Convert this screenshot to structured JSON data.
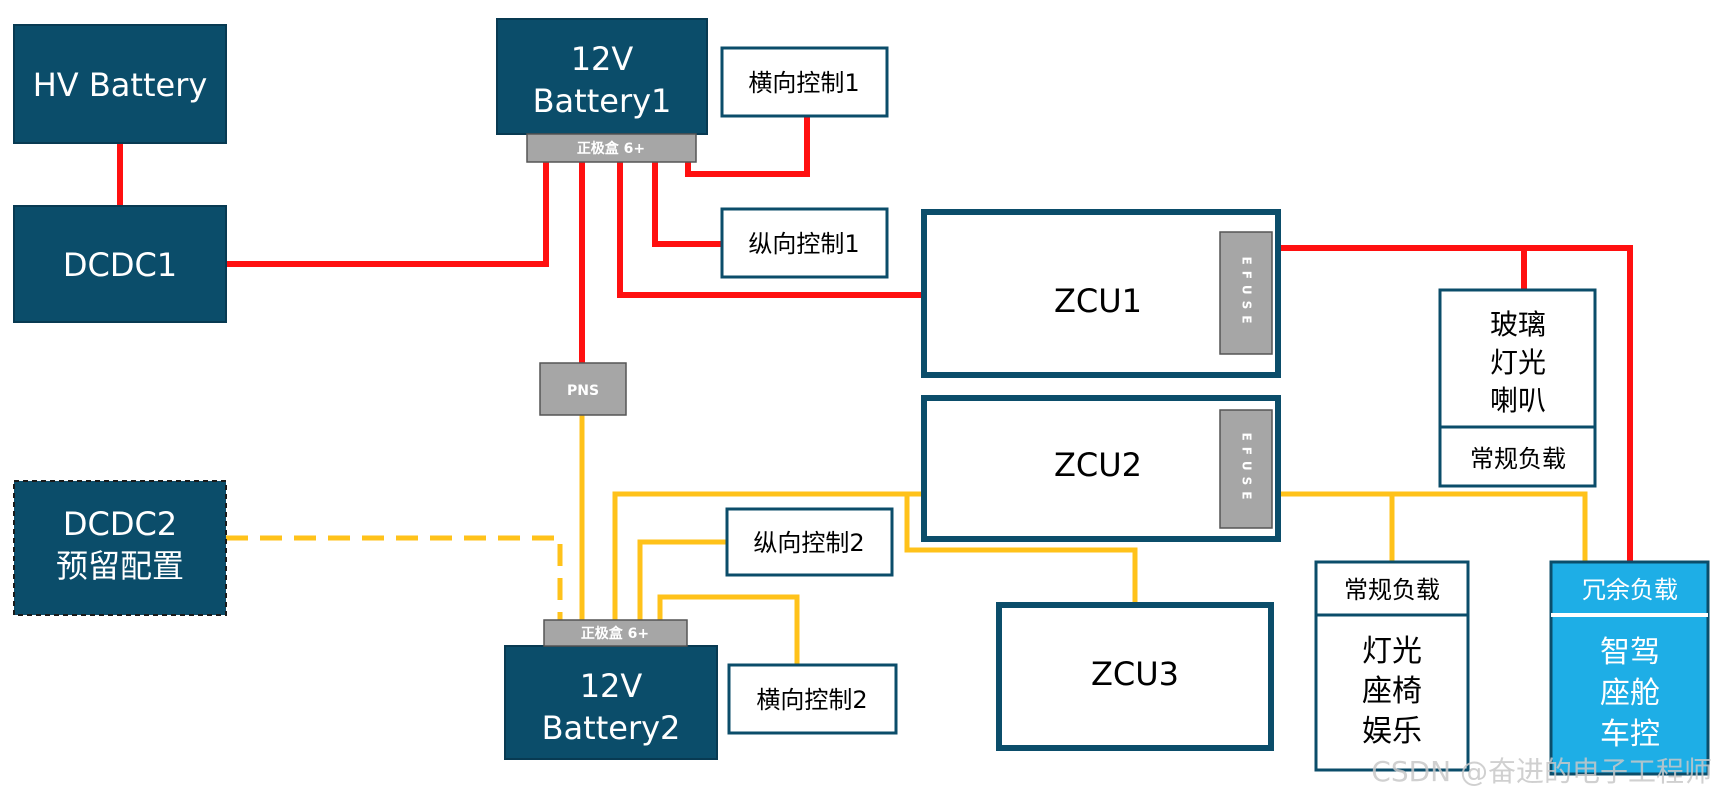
{
  "colors": {
    "dark_block": "#0b4d6a",
    "red_wire": "#ff1010",
    "yellow_wire": "#ffc21a",
    "grey_box": "#a6a6a6",
    "cyan_block": "#1eaee6",
    "white": "#ffffff"
  },
  "blocks": {
    "hv_battery": "HV Battery",
    "dcdc1": "DCDC1",
    "dcdc2_line1": "DCDC2",
    "dcdc2_line2": "预留配置",
    "battery1_line1": "12V",
    "battery1_line2": "Battery1",
    "battery2_line1": "12V",
    "battery2_line2": "Battery2",
    "pos_box1": "正极盒 6+",
    "pos_box2": "正极盒 6+",
    "pns": "PNS",
    "zcu1": "ZCU1",
    "zcu2": "ZCU2",
    "zcu3": "ZCU3",
    "efuse1": "EFUSE",
    "efuse2": "EFUSE"
  },
  "controls": {
    "lateral1": "横向控制1",
    "longitudinal1": "纵向控制1",
    "longitudinal2": "纵向控制2",
    "lateral2": "横向控制2"
  },
  "loads": {
    "zcu1_load": {
      "lines": [
        "玻璃",
        "灯光",
        "喇叭"
      ],
      "footer": "常规负载"
    },
    "zcu2_load": {
      "header": "常规负载",
      "lines": [
        "灯光",
        "座椅",
        "娱乐"
      ]
    },
    "redundant_load": {
      "header": "冗余负载",
      "lines": [
        "智驾",
        "座舱",
        "车控"
      ]
    }
  },
  "watermark": "CSDN @奋进的电子工程师"
}
